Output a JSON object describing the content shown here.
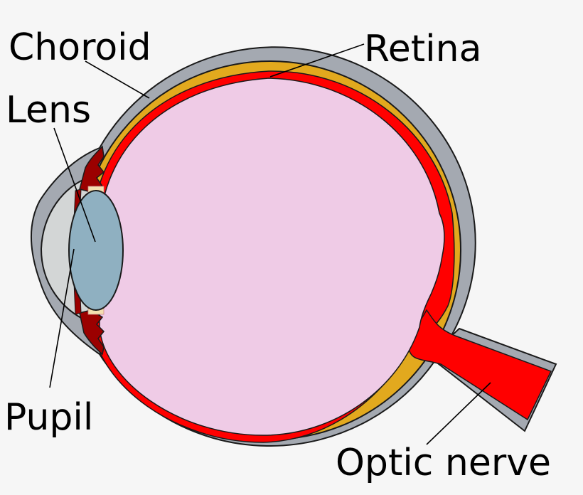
{
  "labels": {
    "choroid": "Choroid",
    "retina": "Retina",
    "lens": "Lens",
    "pupil": "Pupil",
    "optic_nerve": "Optic nerve"
  },
  "colors": {
    "background": "#f6f6f6",
    "sclera": "#a4a9b1",
    "choroid": "#e2a91e",
    "retina": "#ff0000",
    "vitreous": "#efcbe6",
    "lens": "#8fb0c1",
    "cornea": "#d3d6d6",
    "iris": "#9b0000",
    "ligament": "#f3dfb0"
  }
}
